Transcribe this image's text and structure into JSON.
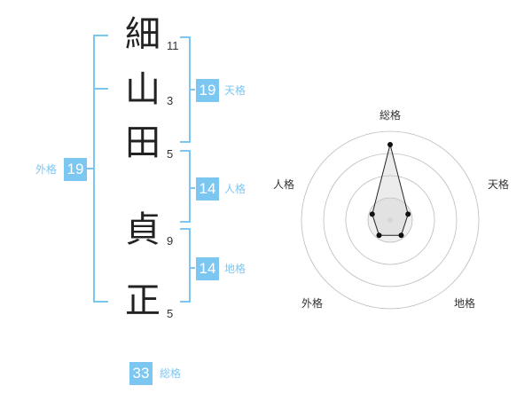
{
  "name_chars": [
    {
      "char": "細",
      "strokes": "11"
    },
    {
      "char": "山",
      "strokes": "3"
    },
    {
      "char": "田",
      "strokes": "5"
    },
    {
      "char": "貞",
      "strokes": "9"
    },
    {
      "char": "正",
      "strokes": "5"
    }
  ],
  "kakaku": {
    "tenkaku": {
      "value": "19",
      "label": "天格"
    },
    "jinkaku": {
      "value": "14",
      "label": "人格"
    },
    "chikaku": {
      "value": "14",
      "label": "地格"
    },
    "gaikaku": {
      "value": "19",
      "label": "外格"
    },
    "soukaku": {
      "value": "33",
      "label": "総格"
    }
  },
  "colors": {
    "accent": "#7cc6f2"
  },
  "chart_data": {
    "type": "radar",
    "axes": [
      "総格",
      "天格",
      "地格",
      "外格",
      "人格"
    ],
    "rings": 4,
    "values": [
      4,
      1,
      1,
      1,
      1
    ],
    "max": 5
  }
}
